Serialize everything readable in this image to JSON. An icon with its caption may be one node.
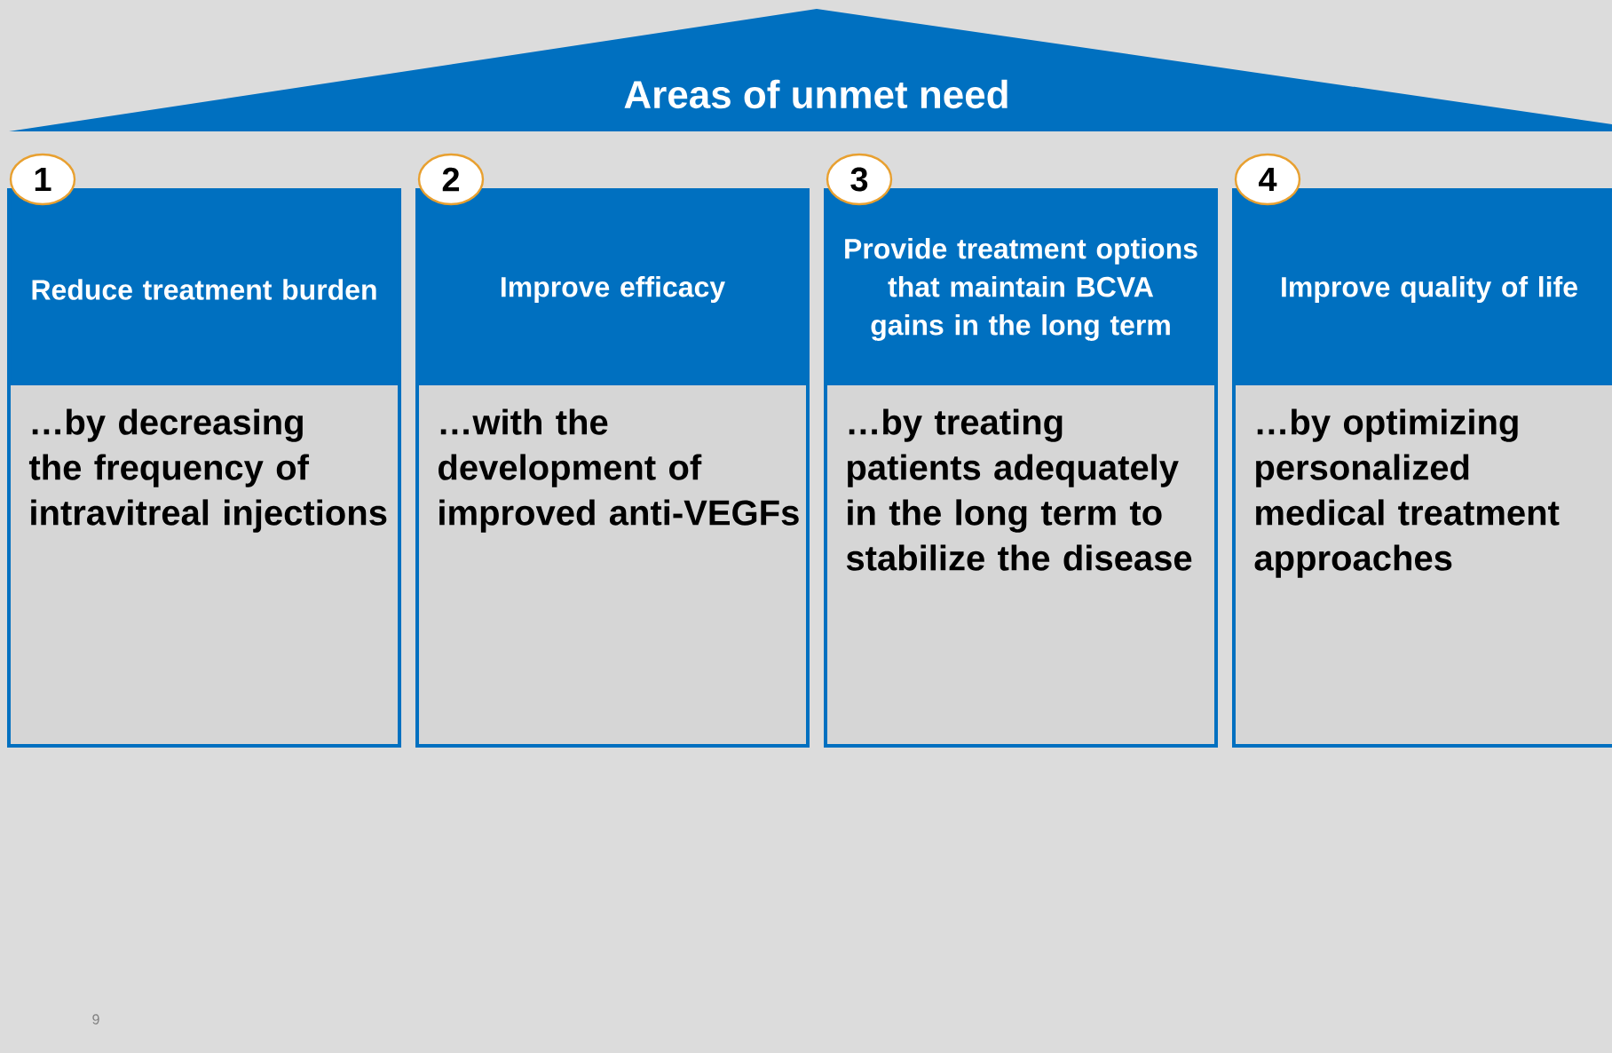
{
  "diagram": {
    "nodes": [
      {
        "text": [
          "Areas of unmet need"
        ]
      },
      {
        "text": [
          "1"
        ]
      },
      {
        "text": [
          "Reduce treatment burden",
          "…by decreasing the frequency of intravitreal injections"
        ]
      },
      {
        "text": [
          "2"
        ]
      },
      {
        "text": [
          "Improve efficacy",
          "…with the development of improved anti-VEGFs"
        ]
      },
      {
        "text": [
          "3"
        ]
      },
      {
        "text": [
          "Provide treatment options that maintain BCVA gains in the long term",
          "…by treating patients adequately in the long term to stabilize the disease"
        ]
      },
      {
        "text": [
          "4"
        ]
      },
      {
        "text": [
          "Improve quality of life",
          "…by optimizing personalized medical treatment approaches"
        ]
      }
    ],
    "labels": [
      "9"
    ]
  }
}
